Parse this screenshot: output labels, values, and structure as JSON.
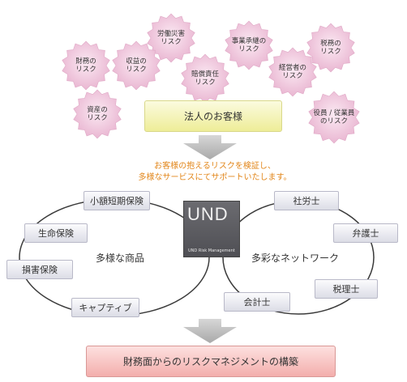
{
  "risks": [
    {
      "id": "labor_accident",
      "text": "労働災害\nリスク"
    },
    {
      "id": "business_succession",
      "text": "事業承継の\nリスク"
    },
    {
      "id": "retirement",
      "text": "税務の\nリスク"
    },
    {
      "id": "financial",
      "text": "財務の\nリスク"
    },
    {
      "id": "profit",
      "text": "収益の\nリスク"
    },
    {
      "id": "liability",
      "text": "賠償責任\nリスク"
    },
    {
      "id": "manager",
      "text": "経営者の\nリスク"
    },
    {
      "id": "assets",
      "text": "資産の\nリスク"
    },
    {
      "id": "officer_employee",
      "text": "役員 / 従業員\nのリスク"
    }
  ],
  "client_box": "法人のお客様",
  "verify_text": [
    "お客様の抱えるリスクを検証し、",
    "多様なサービスにてサポートいたします。"
  ],
  "left_circle": {
    "title": "多様な商品",
    "items": [
      "小額短期保険",
      "生命保険",
      "損害保険",
      "キャプティブ"
    ]
  },
  "right_circle": {
    "title": "多彩なネットワーク",
    "items": [
      "社労士",
      "弁護士",
      "税理士",
      "会計士"
    ]
  },
  "logo": {
    "text": "UND",
    "sub": "UND Risk Management"
  },
  "result_box": "財務面からのリスクマネジメントの構築",
  "colors": {
    "bubble": "#efc6dd",
    "client_box": "#f6f5b8",
    "arrow": "#b8b8b8",
    "note": "#e2861a",
    "result_box": "#f6c0bf",
    "logo": "#5e5e63"
  }
}
